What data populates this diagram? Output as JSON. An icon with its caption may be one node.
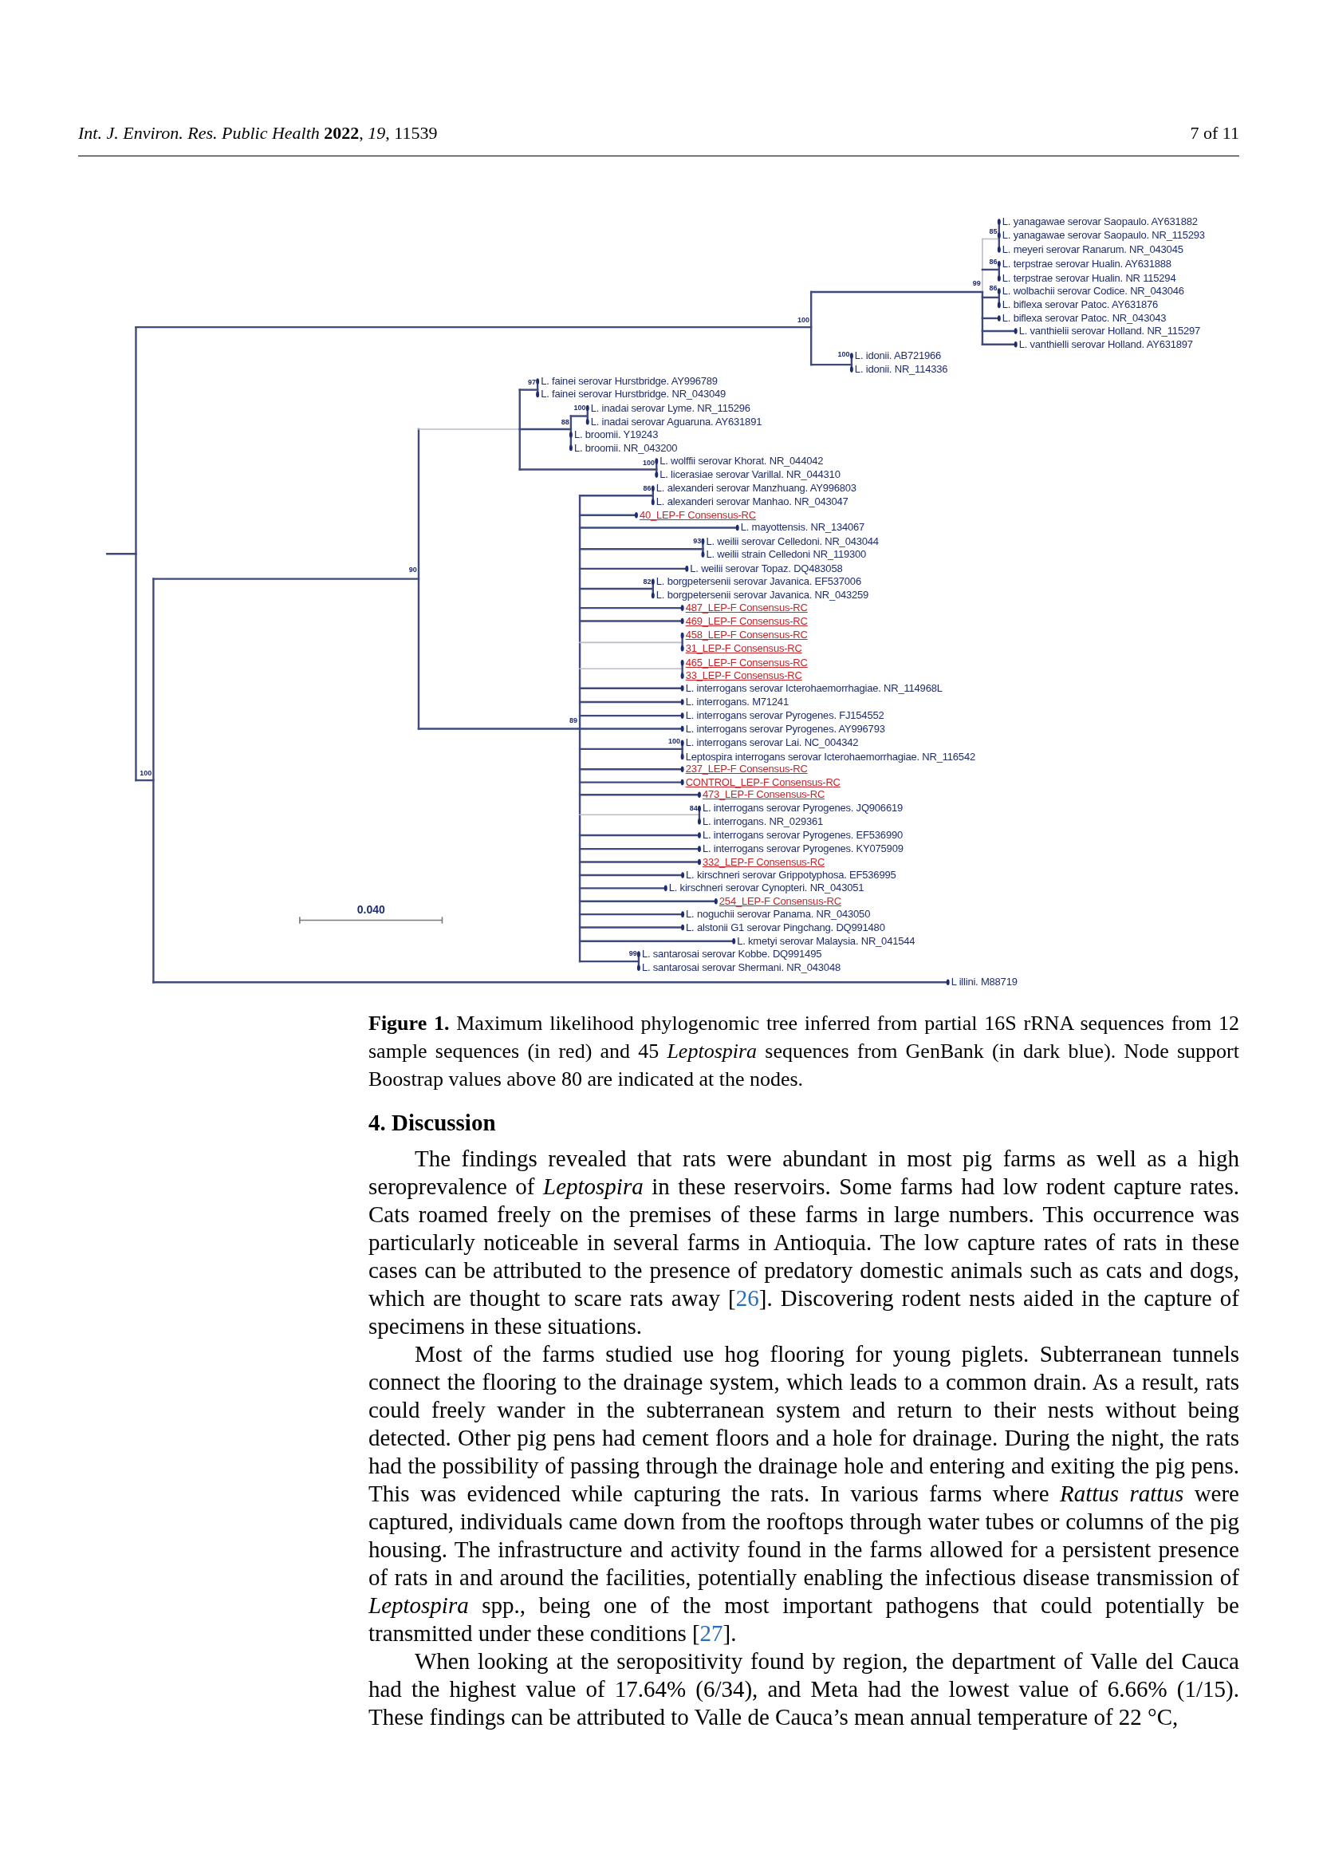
{
  "diagram": {
    "caption": "**Figure 1.** Maximum likelihood phylogenomic tree inferred from partial 16S rRNA sequences from 12 sample sequences (in red) and 45 *Leptospira* sequences from GenBank (in dark blue). Node support Boostrap values above 80 are indicated at the nodes.",
    "labels": [
      "*Int. J. Environ. Res. Public Health* **2022**, *19*, 11539",
      "7 of 11",
      "L. yanagawae serovar Saopaulo. AY631882",
      "85",
      "L. yanagawae serovar Saopaulo. NR_115293",
      "L. meyeri serovar Ranarum. NR_043045",
      "86",
      "L. terpstrae serovar Hualin. AY631888",
      "L. terpstrae serovar Hualin. NR 115294",
      "99",
      "86",
      "L. wolbachii serovar Codice. NR_043046",
      "L. biflexa serovar Patoc. AY631876",
      "L. biflexa serovar Patoc. NR_043043",
      "100",
      "L. vanthielii serovar Holland. NR_115297",
      "L. vanthielli serovar Holland. AY631897",
      "100",
      "L. idonii. AB721966",
      "L. idonii. NR_114336",
      "97",
      "L. fainei serovar Hurstbridge. AY996789",
      "L. fainei serovar Hurstbridge. NR_043049",
      "100",
      "L. inadai serovar Lyme. NR_115296",
      "88",
      "L. inadai serovar Aguaruna. AY631891",
      "L. broomii. Y19243",
      "L. broomii. NR_043200",
      "100",
      "L. wolffii serovar Khorat. NR_044042",
      "L. licerasiae serovar Varillal. NR_044310",
      "86",
      "L. alexanderi serovar Manzhuang. AY996803",
      "L. alexanderi serovar Manhao. NR_043047",
      "40_LEP-F Consensus-RC",
      "L. mayottensis. NR_134067",
      "93",
      "L. weilii serovar Celledoni. NR_043044",
      "L. weilii strain Celledoni NR_119300",
      "L. weilii serovar Topaz. DQ483058",
      "90",
      "82",
      "L. borgpetersenii serovar Javanica. EF537006",
      "L. borgpetersenii serovar Javanica. NR_043259",
      "487_LEP-F Consensus-RC",
      "469_LEP-F Consensus-RC",
      "458_LEP-F Consensus-RC",
      "31_LEP-F Consensus-RC",
      "465_LEP-F Consensus-RC",
      "33_LEP-F Consensus-RC",
      "L. interrogans serovar Icterohaemorrhagiae. NR_114968L",
      "L. interrogans. M71241",
      "L. interrogans serovar Pyrogenes. FJ154552",
      "89",
      "L. interrogans serovar Pyrogenes. AY996793",
      "100",
      "L. interrogans serovar Lai. NC_004342",
      "Leptospira interrogans serovar Icterohaemorrhagiae. NR_116542",
      "237_LEP-F Consensus-RC",
      "100",
      "CONTROL_LEP-F Consensus-RC",
      "473_LEP-F Consensus-RC",
      "84",
      "L. interrogans serovar Pyrogenes. JQ906619",
      "L. interrogans. NR_029361",
      "L. interrogans serovar Pyrogenes. EF536990",
      "L. interrogans serovar Pyrogenes. KY075909",
      "332_LEP-F Consensus-RC",
      "L. kirschneri serovar Grippotyphosa. EF536995",
      "L. kirschneri serovar Cynopteri. NR_043051",
      "254_LEP-F Consensus-RC",
      "L. noguchii serovar Panama. NR_043050",
      "L. alstonii G1 serovar Pingchang. DQ991480",
      "L. kmetyi serovar Malaysia. NR_041544",
      "99",
      "L. santarosai serovar Kobbe. DQ991495",
      "L. santarosai serovar Shermani. NR_043048",
      "L illini. M88719",
      "0.040",
      "4. Discussion",
      "The findings revealed that rats were abundant in most pig farms as well as a high seroprevalence of *Leptospira* in these reservoirs. Some farms had low rodent capture rates. Cats roamed freely on the premises of these farms in large numbers. This occurrence was particularly noticeable in several farms in Antioquia. The low capture rates of rats in these cases can be attributed to the presence of predatory domestic animals such as cats and dogs, which are thought to scare rats away [26]. Discovering rodent nests aided in the capture of specimens in these situations.",
      "Most of the farms studied use hog flooring for young piglets. Subterranean tunnels connect the flooring to the drainage system, which leads to a common drain. As a result, rats could freely wander in the subterranean system and return to their nests without being detected. Other pig pens had cement floors and a hole for drainage. During the night, the rats had the possibility of passing through the drainage hole and entering and exiting the pig pens. This was evidenced while capturing the rats. In various farms where *Rattus rattus* were captured, individuals came down from the rooftops through water tubes or columns of the pig housing. The infrastructure and activity found in the farms allowed for a persistent presence of rats in and around the facilities, potentially enabling the infectious disease transmission of *Leptospira* spp., being one of the most important pathogens that could potentially be transmitted under these conditions [27].",
      "When looking at the seropositivity found by region, the department of Valle del Cauca had the highest value of 17.64% (6/34), and Meta had the lowest value of 6.66% (1/15). These findings can be attributed to Valle de Cauca’s mean annual temperature of 22 °C,"
    ]
  }
}
